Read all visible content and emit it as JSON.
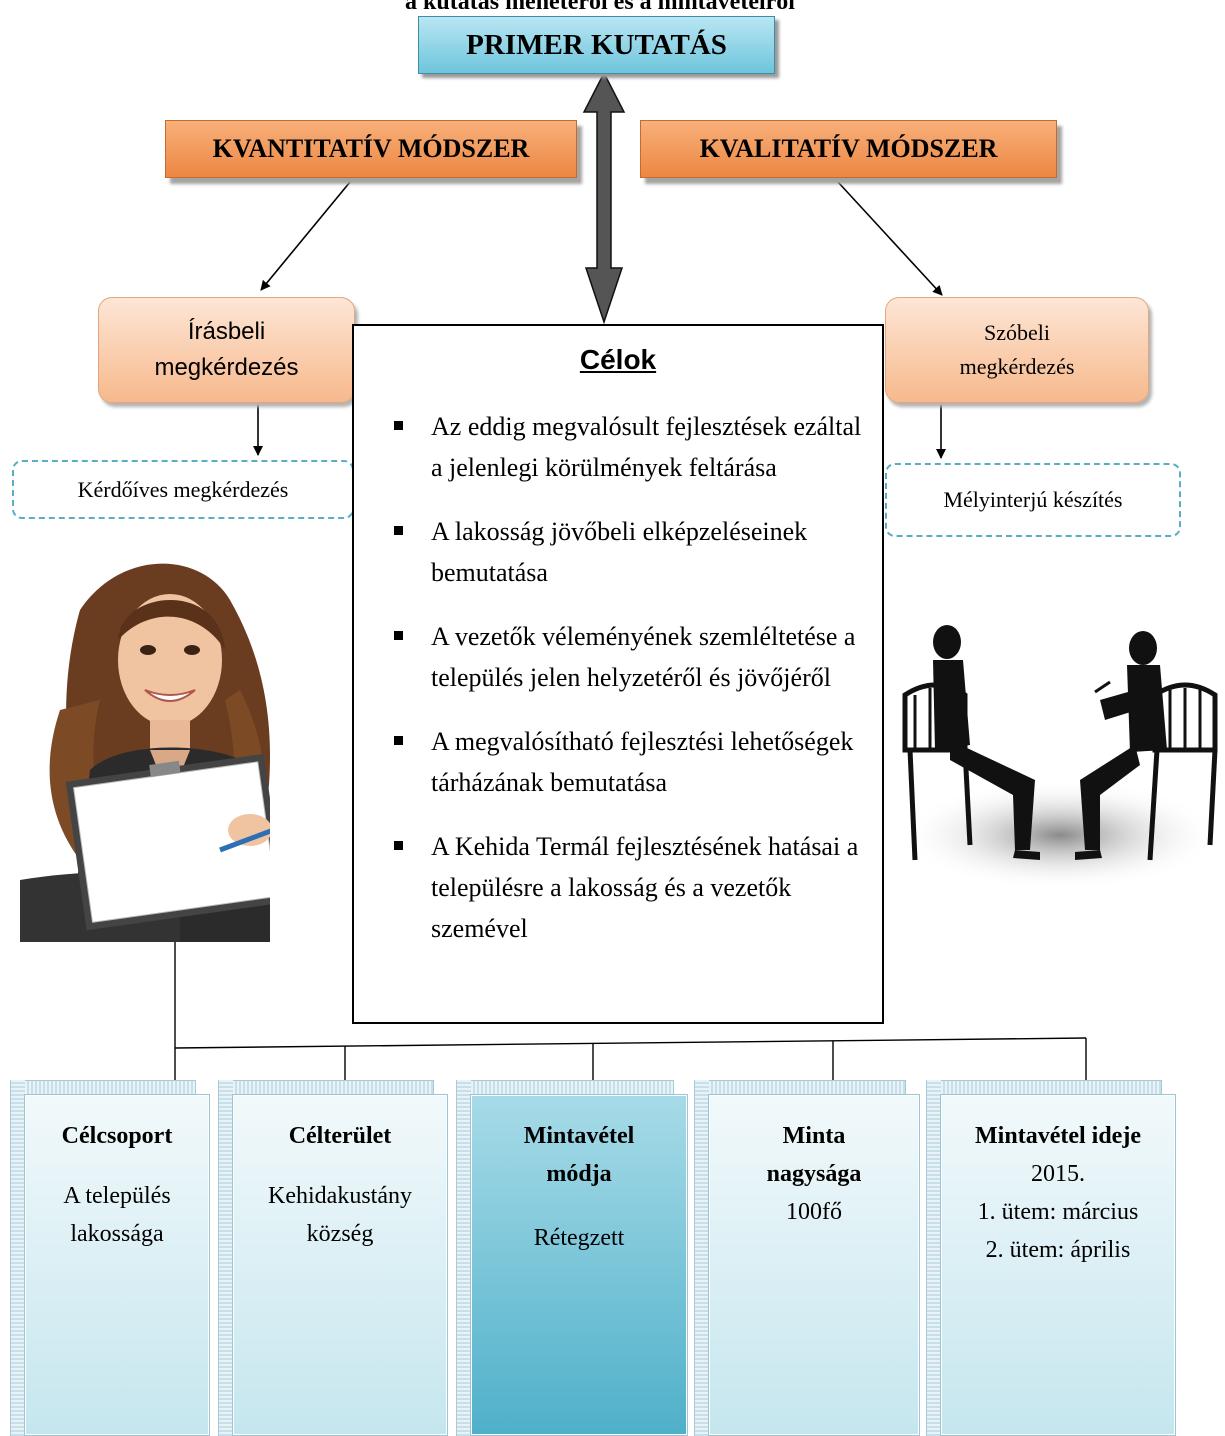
{
  "header": {
    "partial_title": "a kutatás menetéről és a mintavételről"
  },
  "top_box": {
    "label": "PRIMER KUTATÁS"
  },
  "methods": {
    "quantitative": "KVANTITATÍV MÓDSZER",
    "qualitative": "KVALITATÍV MÓDSZER"
  },
  "inquiry": {
    "written": {
      "line1": "Írásbeli",
      "line2": "megkérdezés"
    },
    "oral": {
      "line1": "Szóbeli",
      "line2": "megkérdezés"
    }
  },
  "technique": {
    "left": "Kérdőíves megkérdezés",
    "right": "Mélyinterjú készítés"
  },
  "goals": {
    "title": "Célok",
    "items": [
      "Az eddig megvalósult fejlesztések ezáltal a jelenlegi körülmények feltárása",
      "A lakosság jövőbeli elképzeléseinek bemutatása",
      "A vezetők véleményének szemléltetése a település jelen helyzetéről és jövőjéről",
      "A megvalósítható fejlesztési lehetőségek tárházának bemutatása",
      "A Kehida Termál fejlesztésének hatásai a településre a lakosság és a vezetők szemével"
    ]
  },
  "sampling": [
    {
      "title": "Célcsoport",
      "lines": [
        "A település",
        "lakossága"
      ]
    },
    {
      "title": "Célterület",
      "lines": [
        "Kehidakustány",
        "község"
      ]
    },
    {
      "title": "Mintavétel módja",
      "lines": [
        "Rétegzett"
      ]
    },
    {
      "title": "Minta nagysága",
      "lines": [
        "100fő"
      ]
    },
    {
      "title": "Mintavétel ideje",
      "lines": [
        "2015.",
        "1. ütem: március",
        "2. ütem: április"
      ]
    }
  ]
}
